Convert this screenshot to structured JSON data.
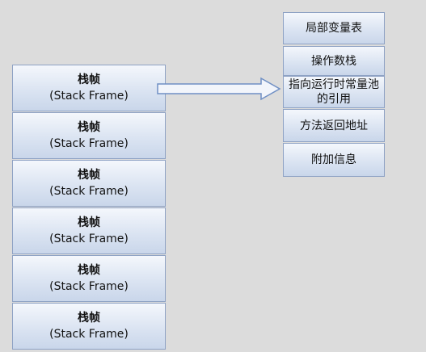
{
  "stack_frames": [
    {
      "title": "栈帧",
      "subtitle": "(Stack  Frame)"
    },
    {
      "title": "栈帧",
      "subtitle": "(Stack Frame)"
    },
    {
      "title": "栈帧",
      "subtitle": "(Stack Frame)"
    },
    {
      "title": "栈帧",
      "subtitle": "(Stack Frame)"
    },
    {
      "title": "栈帧",
      "subtitle": "(Stack Frame)"
    },
    {
      "title": "栈帧",
      "subtitle": "(Stack Frame)"
    }
  ],
  "frame_details": [
    {
      "label": "局部变量表"
    },
    {
      "label": "操作数栈"
    },
    {
      "label": "指向运行时常量池的引用"
    },
    {
      "label": "方法返回地址"
    },
    {
      "label": "附加信息"
    }
  ],
  "colors": {
    "background": "#dcdcdc",
    "box_border": "#8ea2c4",
    "box_fill_top": "#f4f7fc",
    "box_fill_bottom": "#c9d6ea",
    "arrow_stroke": "#6f8fc4"
  }
}
